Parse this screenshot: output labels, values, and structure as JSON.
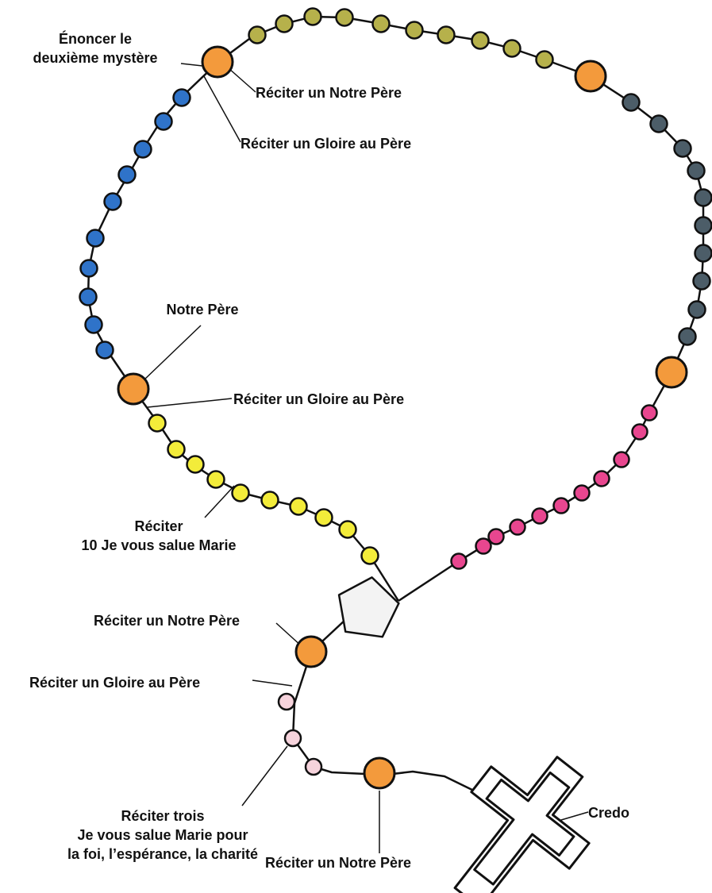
{
  "labels": {
    "announce_mystery": [
      "Énoncer le",
      "deuxième mystère"
    ],
    "top_our_father": "Réciter un Notre Père",
    "top_glory_be": "Réciter un Gloire au Père",
    "notre_pere": "Notre Père",
    "mid_glory_be": "Réciter un Gloire au Père",
    "ten_hail_marys": [
      "Réciter",
      "10 Je vous salue Marie"
    ],
    "lower_our_father": "Réciter un Notre Père",
    "lower_glory_be": "Réciter un Gloire au Père",
    "three_hail_marys": [
      "Réciter trois",
      "Je vous salue Marie pour",
      "la foi, l’espérance, la charité"
    ],
    "bottom_our_father": "Réciter un Notre Père",
    "credo": "Credo"
  },
  "colors": {
    "our_father_bead": "#f39a3c",
    "decade_1_pink": "#e8468f",
    "decade_2_slate": "#4c5d68",
    "decade_3_olive": "#b6b14b",
    "decade_4_blue": "#2f73c9",
    "decade_5_yellow": "#f3ec3a",
    "intro_hail_mary": "#f6d3dc",
    "centerpiece": "#f3f3f3",
    "crucifix": "#ffffff",
    "outline": "#111111"
  },
  "icons": {
    "centerpiece": "pentagon-medal-icon",
    "crucifix": "crucifix-icon"
  }
}
